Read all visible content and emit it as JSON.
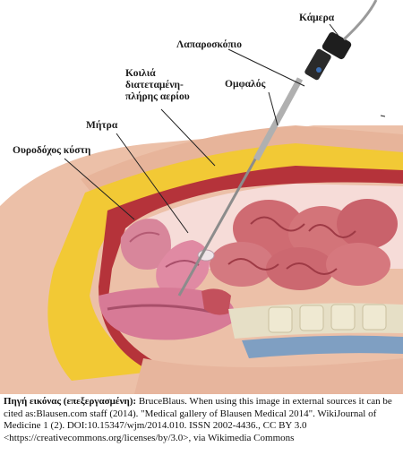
{
  "labels": {
    "camera": "Κάμερα",
    "laparoscope": "Λαπαροσκόπιο",
    "abdominal_cavity_l1": "Κοιλιά",
    "abdominal_cavity_l2": "διατεταμένη-",
    "abdominal_cavity_l3": "πλήρης  αερίου",
    "navel": "Ομφαλός",
    "uterus": "Μήτρα",
    "bladder": "Ουροδόχος κύστη"
  },
  "caption": {
    "source_label": "Πηγή εικόνας (επεξεργασμένη):",
    "source_text": " BruceBlaus. When using this image in external sources it can be cited as:Blausen.com staff (2014). \"Medical gallery of Blausen Medical 2014\". WikiJournal of Medicine 1 (2). DOI:10.15347/wjm/2014.010. ISSN 2002-4436., CC BY 3.0 <https://creativecommons.org/licenses/by/3.0>, via Wikimedia Commons"
  },
  "colors": {
    "skin": "#e9b9a0",
    "fat": "#f2cc3a",
    "muscle": "#b8323a",
    "organ_pink": "#d77a96",
    "bowel": "#cf6b72",
    "cavity": "#f7d9d6",
    "spine": "#e6e0c8",
    "scope": "#9a9a9a"
  }
}
